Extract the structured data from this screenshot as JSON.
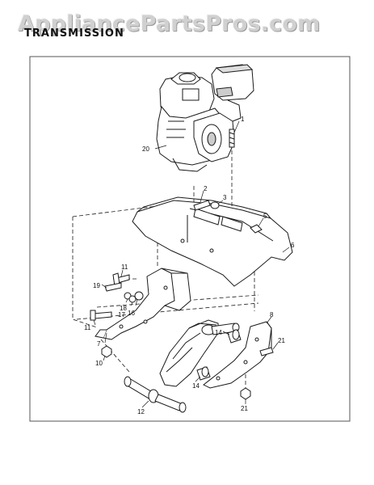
{
  "watermark": "AppliancePartsPros.com",
  "section_title": "TRANSMISSION",
  "callouts": {
    "c1": "1",
    "c2": "2",
    "c3": "3",
    "c5": "5",
    "c6": "6",
    "c7": "7",
    "c8": "8",
    "c10": "10",
    "c11a": "11",
    "c11b": "11",
    "c12": "12",
    "c14a": "14",
    "c14b": "14",
    "c16": "16",
    "c17": "17",
    "c18": "18",
    "c19": "19",
    "c20": "20",
    "c21a": "21",
    "c21b": "21"
  },
  "colors": {
    "line": "#1a1a1a",
    "frame": "#555555",
    "watermark": "#d0d0d0"
  }
}
